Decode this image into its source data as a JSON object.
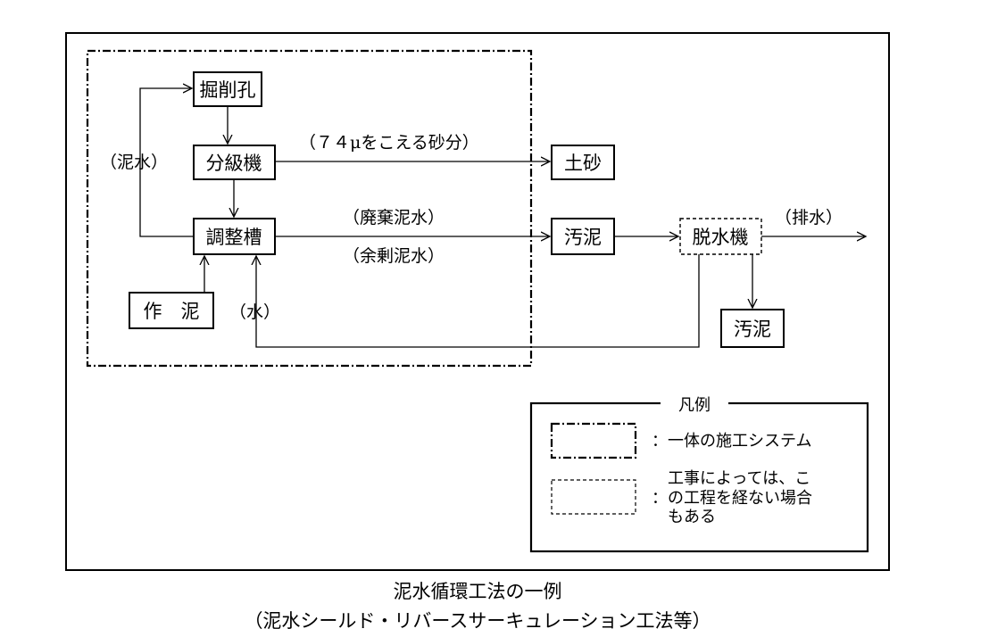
{
  "nodes": {
    "kussakuko": "掘削孔",
    "bunkyuki": "分級機",
    "chouseisou": "調整槽",
    "sakudei": "作　泥",
    "dosha": "土砂",
    "odei_1": "汚泥",
    "dassuiki": "脱水機",
    "odei_2": "汚泥"
  },
  "edge_labels": {
    "deisui": "（泥水）",
    "sand": "（７４μをこえる砂分）",
    "haiki_deisui": "（廃棄泥水）",
    "yojou_deisui": "（余剰泥水）",
    "mizu": "（水）",
    "haisui": "（排水）"
  },
  "legend": {
    "title": "凡例",
    "item1": "：一体の施工システム",
    "item2_lines": [
      "工事によっては、こ",
      "：の工程を経ない場合",
      "もある"
    ]
  },
  "caption": {
    "line1": "泥水循環工法の一例",
    "line2": "（泥水シールド・リバースサーキュレーション工法等）"
  }
}
